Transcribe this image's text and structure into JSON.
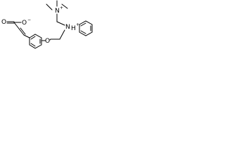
{
  "structure": {
    "labels": {
      "carboxylate_O_double": "O",
      "carboxylate_O_single": "O",
      "carboxylate_charge": "−",
      "methoxy_O": "O",
      "ammonium_N": "N",
      "ammonium_charge": "+",
      "pyridinium_N": "N",
      "pyridinium_H": "H",
      "pyridinium_charge": "+"
    }
  }
}
